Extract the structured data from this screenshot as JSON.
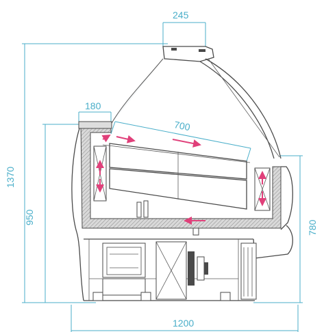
{
  "dimensions": {
    "top_width": "245",
    "shelf_depth": "180",
    "display_depth": "700",
    "total_height": "1370",
    "counter_height": "950",
    "rear_height": "780",
    "total_width": "1200"
  },
  "colors": {
    "dimension": "#49aec9",
    "arrow": "#e0407a",
    "line": "#4a4a4a"
  }
}
